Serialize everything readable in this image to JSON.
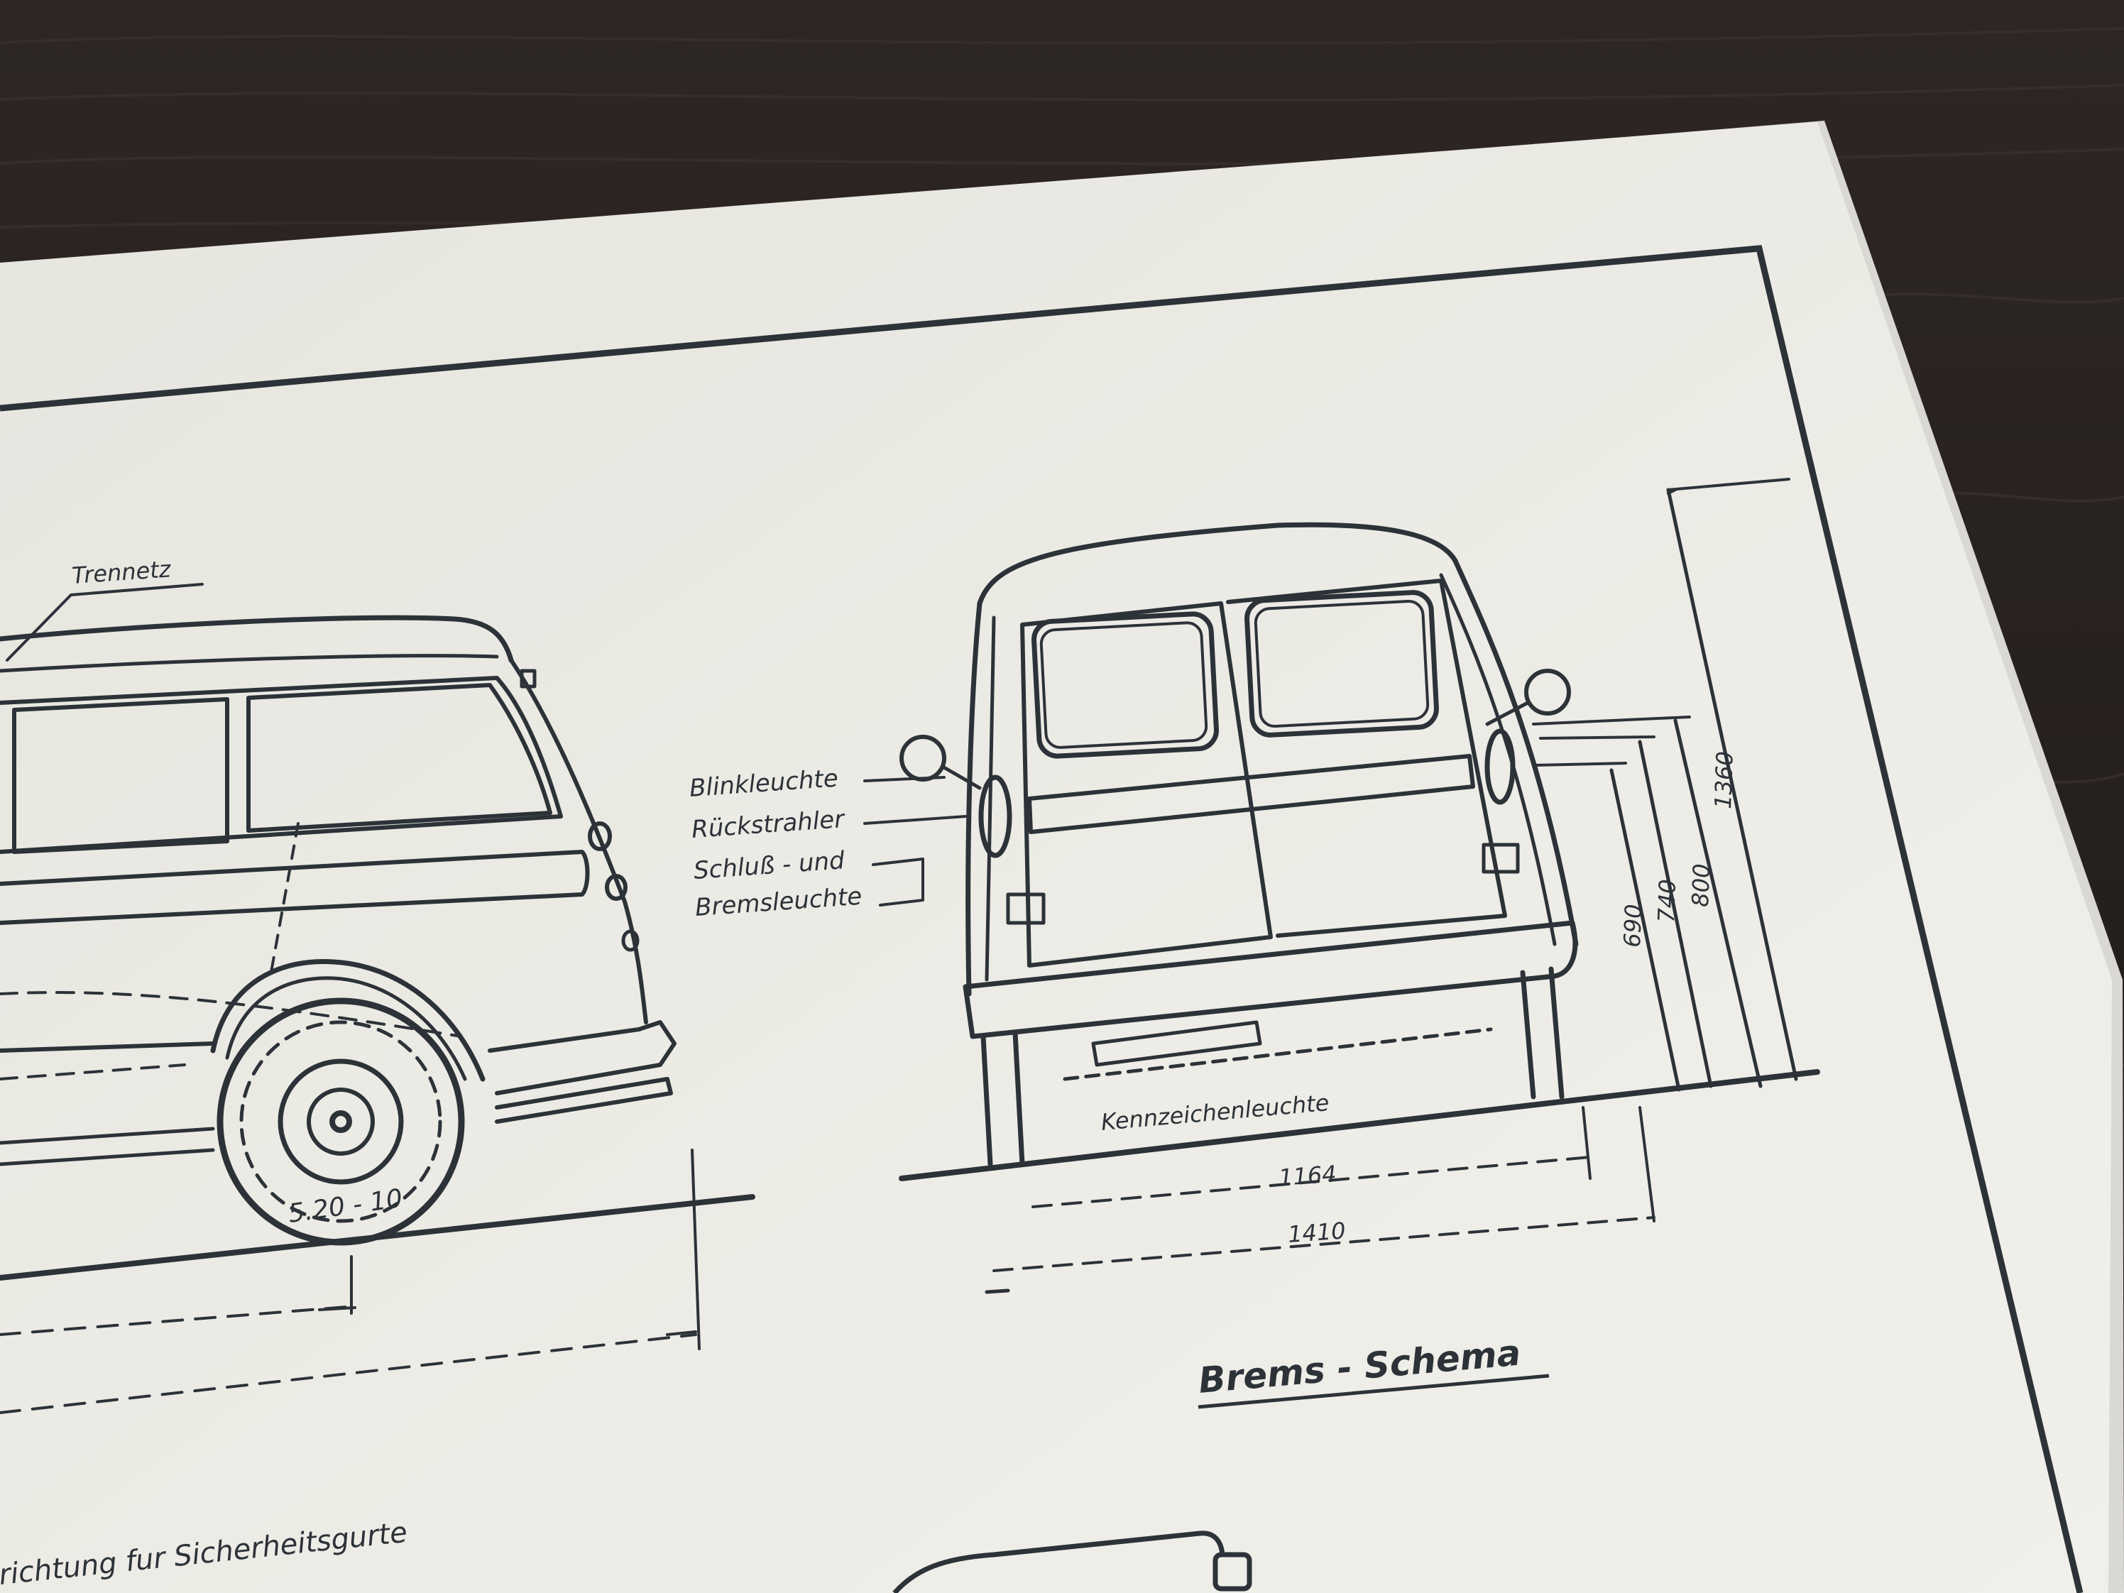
{
  "drawing": {
    "side_view": {
      "label_trennetz": "Trennetz",
      "tire_size": "5.20 - 10"
    },
    "rear_view": {
      "callouts": [
        "Blinkleuchte",
        "Rückstrahler",
        "Schluß - und",
        "Bremsleuchte"
      ],
      "plate_light": "Kennzeichenleuchte",
      "dimensions": {
        "height_total": "1360",
        "height_800": "800",
        "height_740": "740",
        "height_690": "690",
        "width_track": "1164",
        "width_total": "1410"
      }
    },
    "section_title": "Brems - Schema",
    "bottom_text": "richtung fur Sicherheitsgurte"
  },
  "colors": {
    "table": "#2a2321",
    "paper": "#ecebe4",
    "ink": "#2c3238"
  }
}
